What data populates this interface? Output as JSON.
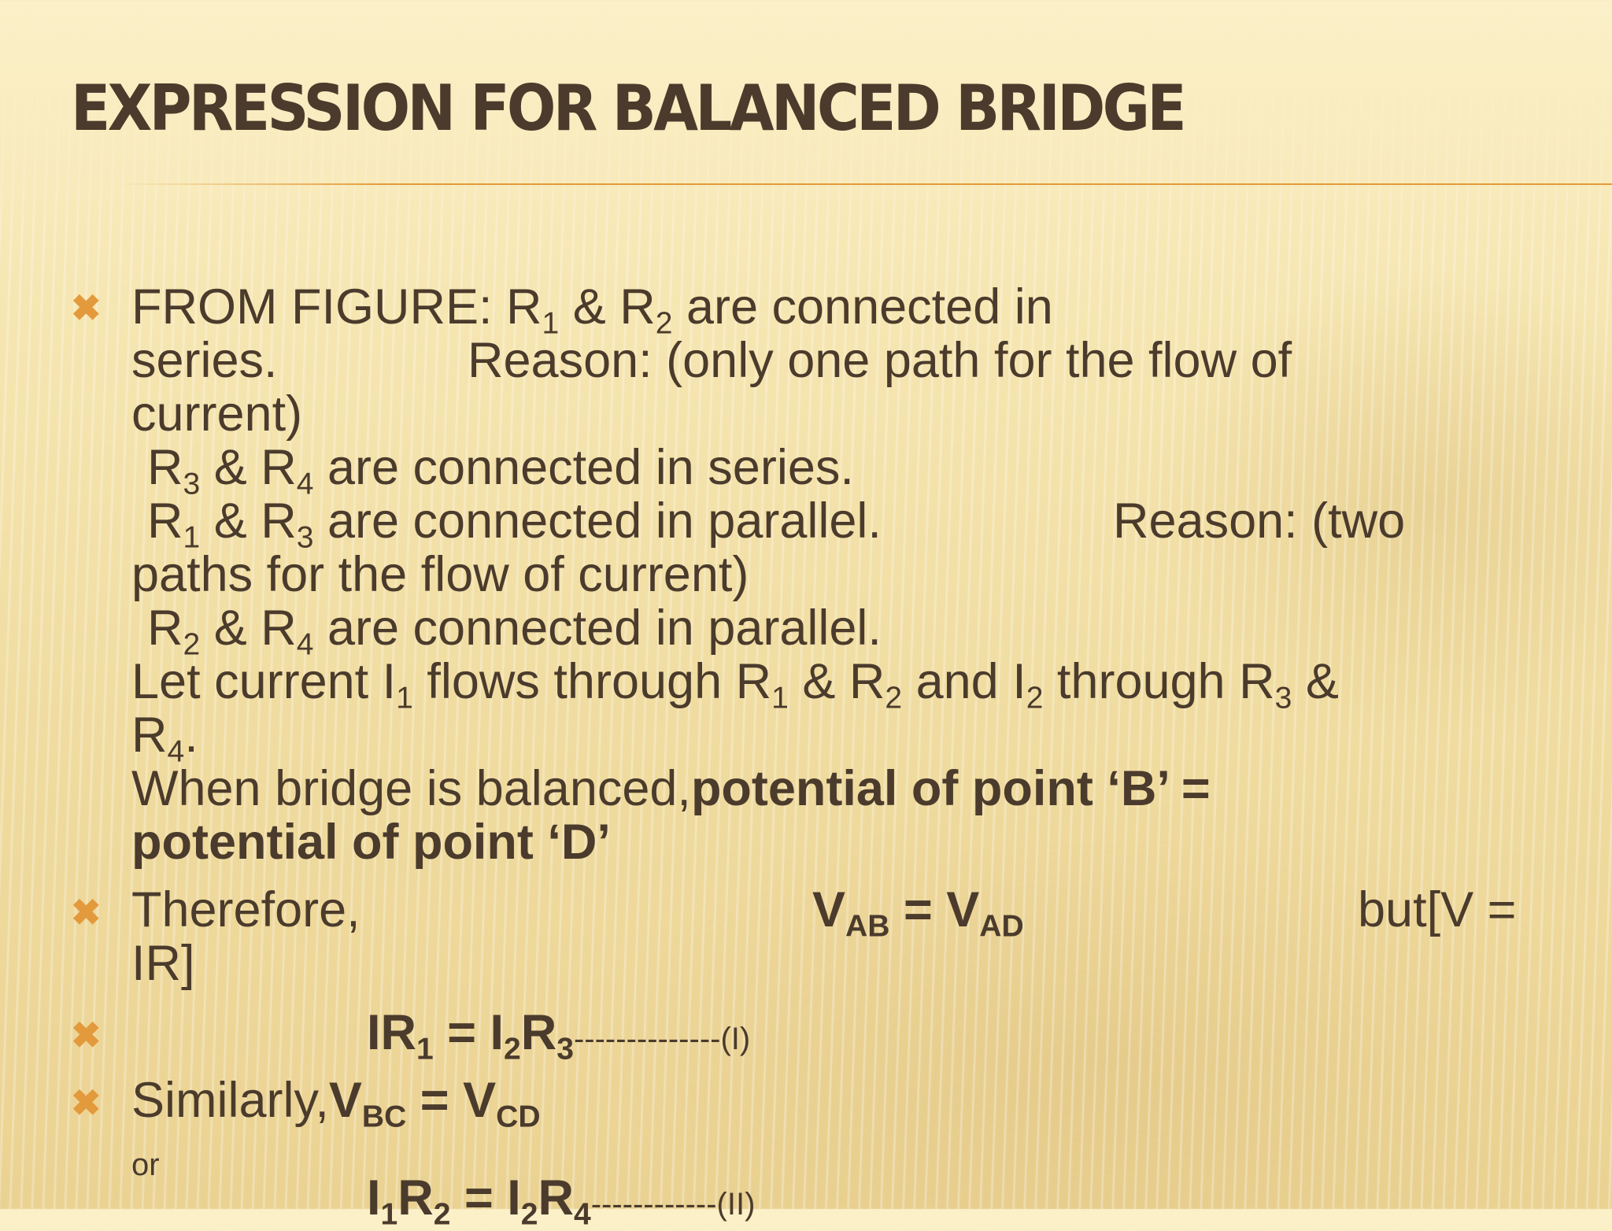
{
  "slide": {
    "title": "EXPRESSION FOR BALANCED BRIDGE",
    "bullet_glyph": "✖",
    "colors": {
      "accent": "#e39a3c",
      "text": "#4b3b2c",
      "background": "#f4e4ad"
    }
  },
  "body": {
    "p1": {
      "prefix": " FROM FIGURE: ",
      "r": "R",
      "s1": "1",
      "amp": " & ",
      "s2": "2",
      "rest": " are connected in",
      "line2a": "series.",
      "line2b": "Reason: (only one path for the flow of",
      "line3": "current)"
    },
    "r34_series": {
      "s3": "3",
      "s4": "4",
      "rest": " are connected in series."
    },
    "r13_parallel": {
      "s1": "1",
      "s3": "3",
      "rest": " are connected in parallel.",
      "reason": "Reason: (two",
      "line2": "paths for the flow of current)"
    },
    "r24_parallel": {
      "s2": "2",
      "s4": "4",
      "rest": " are connected in parallel."
    },
    "current": {
      "a": "Let current I",
      "s1": "1",
      "b": " flows through R",
      "c": " & R",
      "s2": "2",
      "d": " and I",
      "e": " through R",
      "s3": "3",
      "f": " &",
      "line2": "R",
      "s4": "4",
      "tail": "."
    },
    "balanced": {
      "normal": "When bridge is balanced,",
      "bold1": "potential of point ‘B’ =",
      "bold2": "potential of point ‘D’"
    },
    "therefore": {
      "label": "Therefore,",
      "v": "V",
      "ab": "AB",
      "eq": " = ",
      "ad": "AD",
      "note": "but[V =",
      "note2": "IR]"
    },
    "eq1": {
      "i": "IR",
      "s1": "1",
      "eq": " = I",
      "s2": "2",
      "r": "R",
      "s3": "3",
      "tag": "--------------(I)"
    },
    "similarly": {
      "label": "Similarly,",
      "v": "V",
      "bc": "BC",
      "eq": " = ",
      "cd": "CD"
    },
    "or": "or",
    "eq2": {
      "i": "I",
      "s1": "1",
      "r": "R",
      "s2": "2",
      "eq": " = I",
      "s2b": "2",
      "r2": "R",
      "s4": "4",
      "tag": "------------(II)"
    }
  }
}
